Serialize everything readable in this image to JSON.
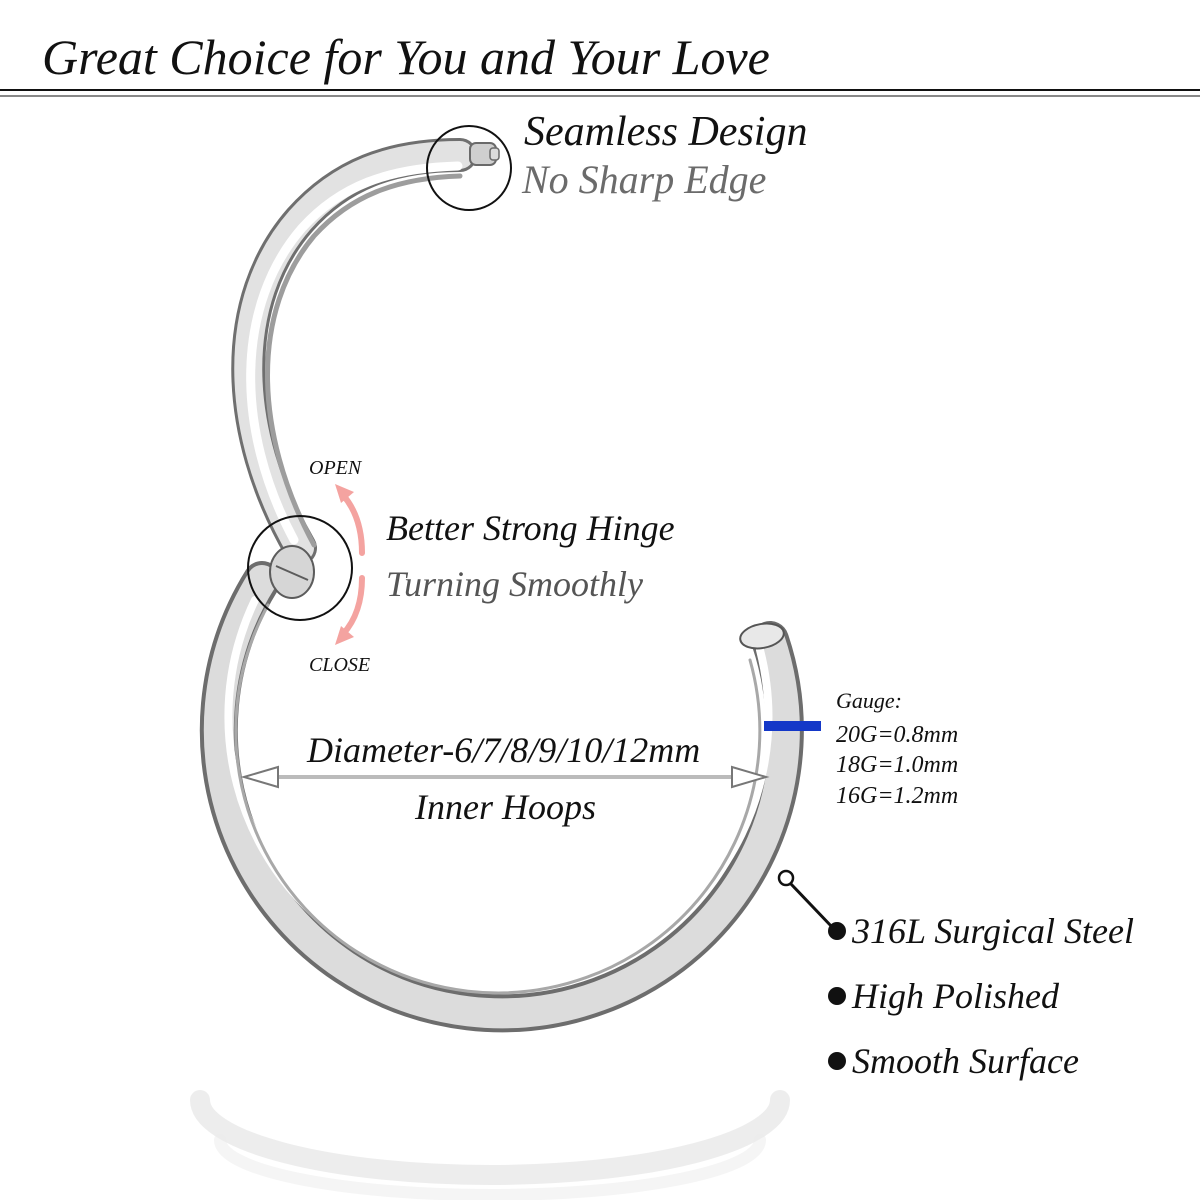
{
  "headline": "Great Choice for You and Your Love",
  "callouts": {
    "seamless_title": "Seamless Design",
    "seamless_sub": "No Sharp Edge",
    "hinge_title": "Better Strong Hinge",
    "hinge_sub": "Turning Smoothly",
    "open_label": "OPEN",
    "close_label": "CLOSE"
  },
  "dimension": {
    "diameter": "Diameter-6/7/8/9/10/12mm",
    "inner": "Inner Hoops"
  },
  "gauge": {
    "title": "Gauge:",
    "options": [
      "20G=0.8mm",
      "18G=1.0mm",
      "16G=1.2mm"
    ]
  },
  "features": [
    "316L Surgical Steel",
    "High Polished",
    "Smooth Surface"
  ],
  "colors": {
    "text": "#111111",
    "subtext": "#6b6b6b",
    "arrow_pink": "#f4a3a0",
    "gauge_marker": "#1438c8",
    "steel_light": "#f4f4f4",
    "steel_dark": "#7a7a7a"
  },
  "icons": {
    "open_arrow": "curved-arrow-up-icon",
    "close_arrow": "curved-arrow-down-icon",
    "bullet": "bullet-dot-icon"
  }
}
